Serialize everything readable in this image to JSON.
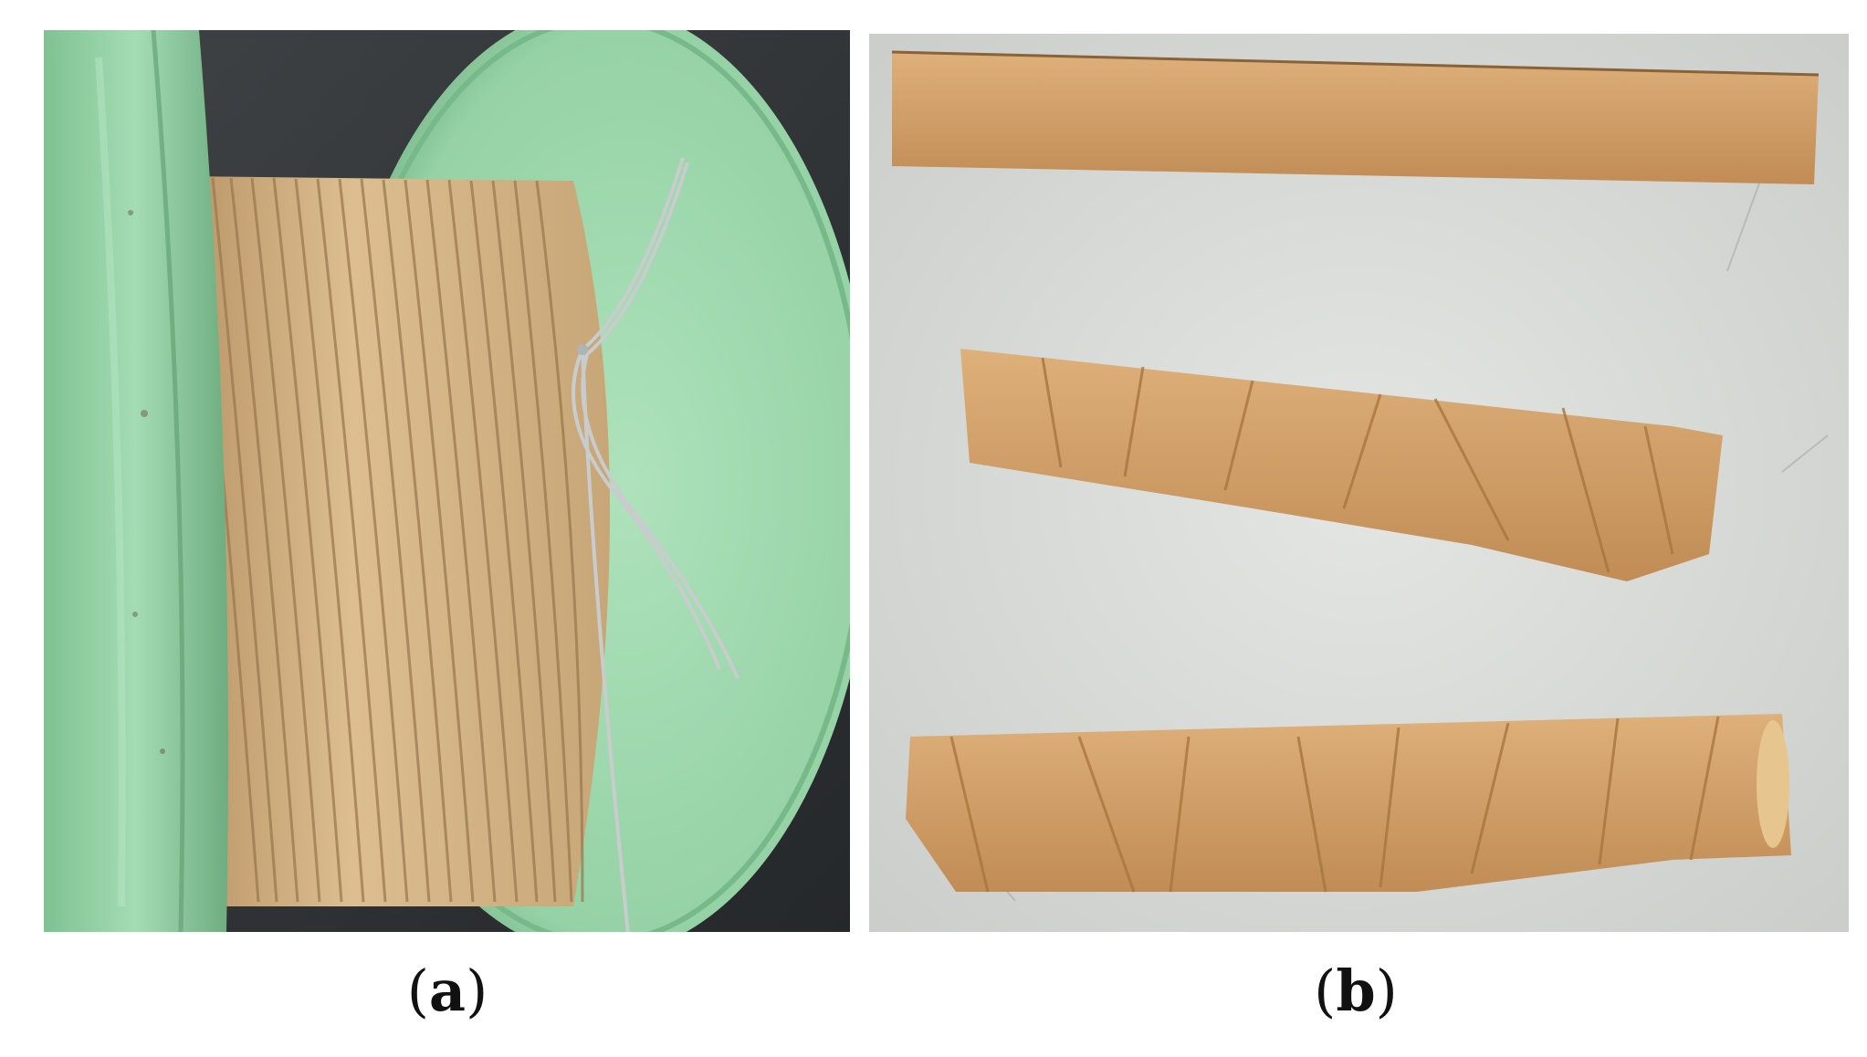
{
  "figure": {
    "panels": [
      {
        "id": "a",
        "label": "(a)",
        "letter": "a"
      },
      {
        "id": "b",
        "label": "(b)",
        "letter": "b"
      }
    ]
  },
  "colors": {
    "spool_green": "#9fd9ad",
    "spool_green_dark": "#6fae80",
    "paper_tape": "#d9b98a",
    "paper_tape_dark": "#a8875a",
    "strip_brown": "#c9955c",
    "strip_brown_light": "#deb07a",
    "background_grey": "#d9dcd8",
    "wire_silver": "#c8cccc"
  },
  "icons": {
    "panel_a": "paper-tape-spool-photo",
    "panel_b": "paper-strips-photo"
  }
}
